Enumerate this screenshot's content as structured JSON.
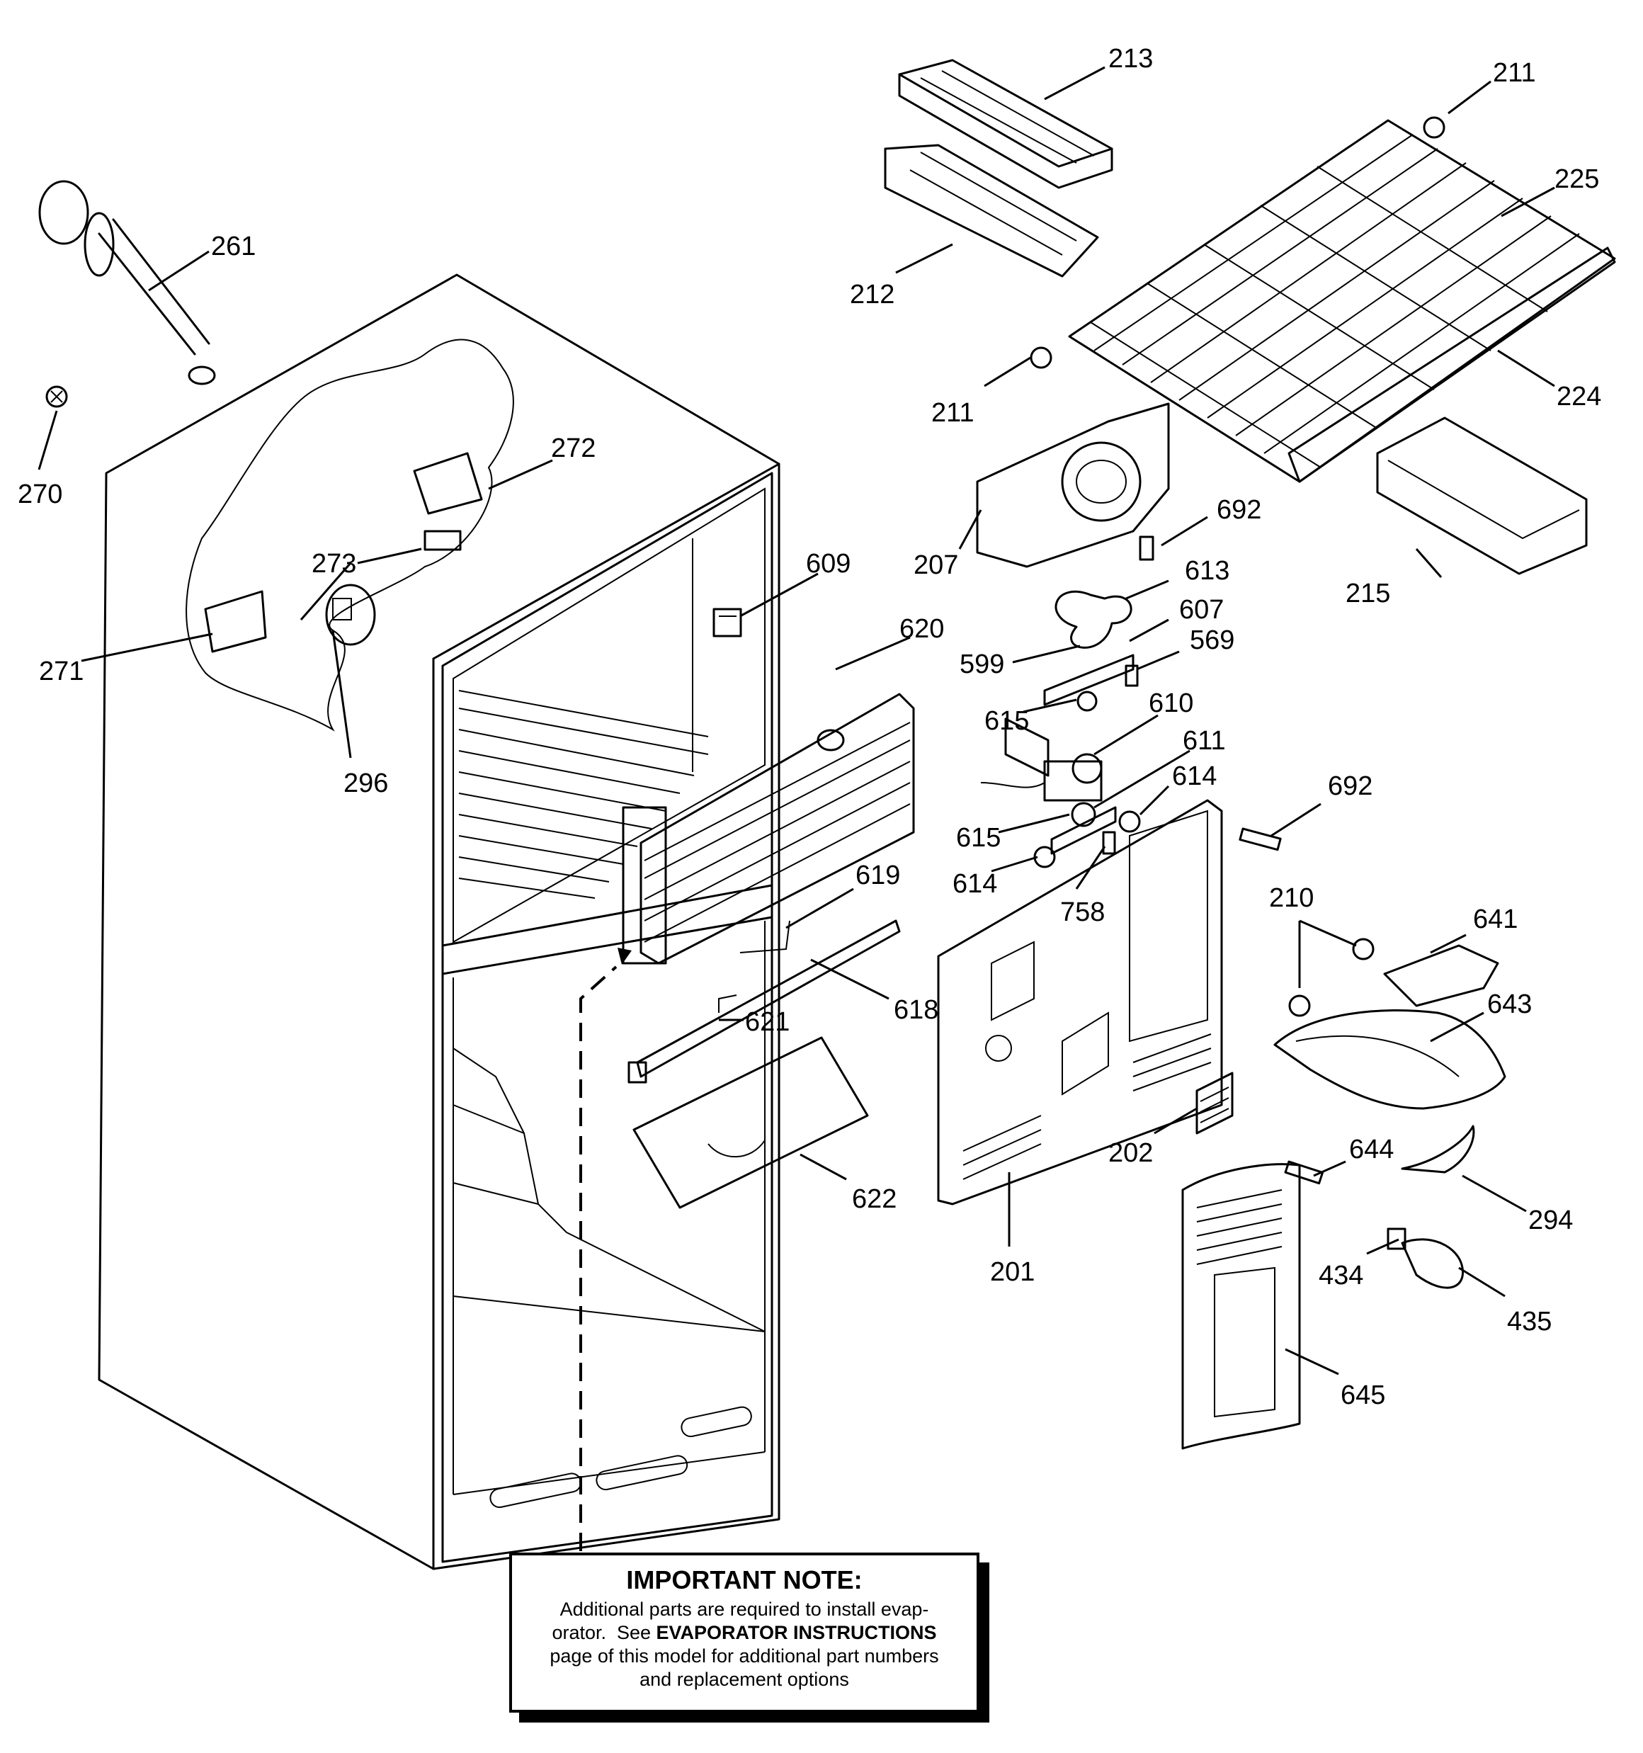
{
  "diagram": {
    "callouts": [
      {
        "id": "213",
        "text": "213"
      },
      {
        "id": "211a",
        "text": "211"
      },
      {
        "id": "261",
        "text": "261"
      },
      {
        "id": "225",
        "text": "225"
      },
      {
        "id": "212",
        "text": "212"
      },
      {
        "id": "211b",
        "text": "211"
      },
      {
        "id": "224",
        "text": "224"
      },
      {
        "id": "270",
        "text": "270"
      },
      {
        "id": "272",
        "text": "272"
      },
      {
        "id": "692a",
        "text": "692"
      },
      {
        "id": "207",
        "text": "207"
      },
      {
        "id": "273",
        "text": "273"
      },
      {
        "id": "609",
        "text": "609"
      },
      {
        "id": "613",
        "text": "613"
      },
      {
        "id": "215",
        "text": "215"
      },
      {
        "id": "607",
        "text": "607"
      },
      {
        "id": "271",
        "text": "271"
      },
      {
        "id": "620",
        "text": "620"
      },
      {
        "id": "569",
        "text": "569"
      },
      {
        "id": "599",
        "text": "599"
      },
      {
        "id": "610",
        "text": "610"
      },
      {
        "id": "615a",
        "text": "615"
      },
      {
        "id": "611",
        "text": "611"
      },
      {
        "id": "296",
        "text": "296"
      },
      {
        "id": "614a",
        "text": "614"
      },
      {
        "id": "692b",
        "text": "692"
      },
      {
        "id": "615b",
        "text": "615"
      },
      {
        "id": "619",
        "text": "619"
      },
      {
        "id": "614b",
        "text": "614"
      },
      {
        "id": "210",
        "text": "210"
      },
      {
        "id": "758",
        "text": "758"
      },
      {
        "id": "641",
        "text": "641"
      },
      {
        "id": "643",
        "text": "643"
      },
      {
        "id": "618",
        "text": "618"
      },
      {
        "id": "621",
        "text": "621"
      },
      {
        "id": "202",
        "text": "202"
      },
      {
        "id": "644",
        "text": "644"
      },
      {
        "id": "622",
        "text": "622"
      },
      {
        "id": "294",
        "text": "294"
      },
      {
        "id": "201",
        "text": "201"
      },
      {
        "id": "434",
        "text": "434"
      },
      {
        "id": "435",
        "text": "435"
      },
      {
        "id": "645",
        "text": "645"
      }
    ]
  },
  "note": {
    "title": "IMPORTANT NOTE:",
    "line1": "Additional parts are required to install evap-",
    "line2_prefix": "orator.  See ",
    "line2_emphasis": "EVAPORATOR INSTRUCTIONS",
    "line3": "page of this model for additional part numbers",
    "line4": "and replacement options"
  }
}
